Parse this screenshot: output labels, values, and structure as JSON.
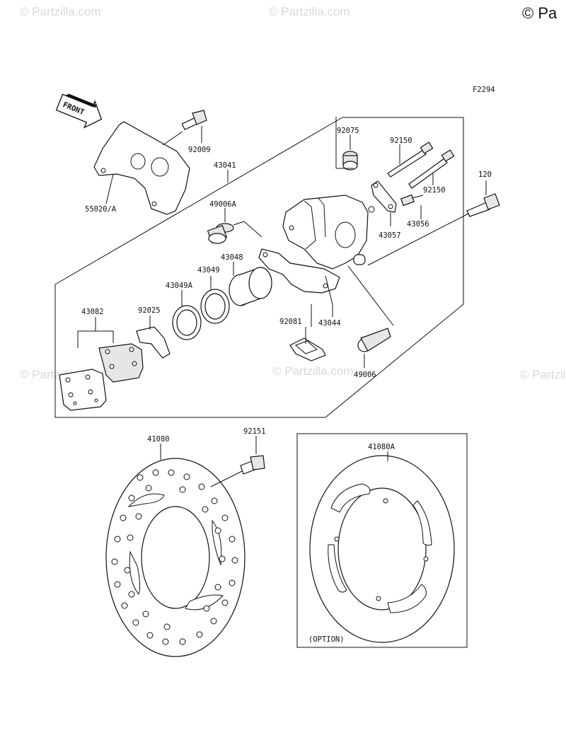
{
  "copyright": "© Pa",
  "watermark_text": "© Partzilla.com",
  "figure_code": "F2294",
  "front_label": "FRONT",
  "option_label": "(OPTION)",
  "part_labels": {
    "p92009": "92009",
    "p55020a": "55020/A",
    "p43041": "43041",
    "p92075": "92075",
    "p92150a": "92150",
    "p92150b": "92150",
    "p120": "120",
    "p49006a": "49006A",
    "p43048": "43048",
    "p43049": "43049",
    "p43049a": "43049A",
    "p43057": "43057",
    "p43056": "43056",
    "p43082": "43082",
    "p92025": "92025",
    "p92081": "92081",
    "p43044": "43044",
    "p49006": "49006",
    "p41080": "41080",
    "p92151": "92151",
    "p41080a": "41080A"
  }
}
